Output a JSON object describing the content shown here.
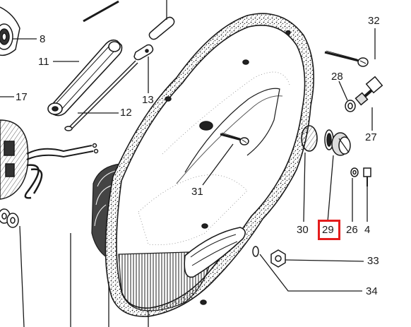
{
  "callouts": {
    "c8": "8",
    "c11": "11",
    "c13": "13",
    "c17": "17",
    "c12": "12",
    "c32": "32",
    "c28": "28",
    "c27": "27",
    "c31": "31",
    "c30": "30",
    "c29": "29",
    "c26": "26",
    "c4": "4",
    "c33": "33",
    "c34": "34"
  },
  "highlight": {
    "label": "29",
    "color": "#e41d1d"
  },
  "colors": {
    "line": "#1a1a1a",
    "paper": "#ffffff",
    "highlight": "#e41d1d"
  }
}
